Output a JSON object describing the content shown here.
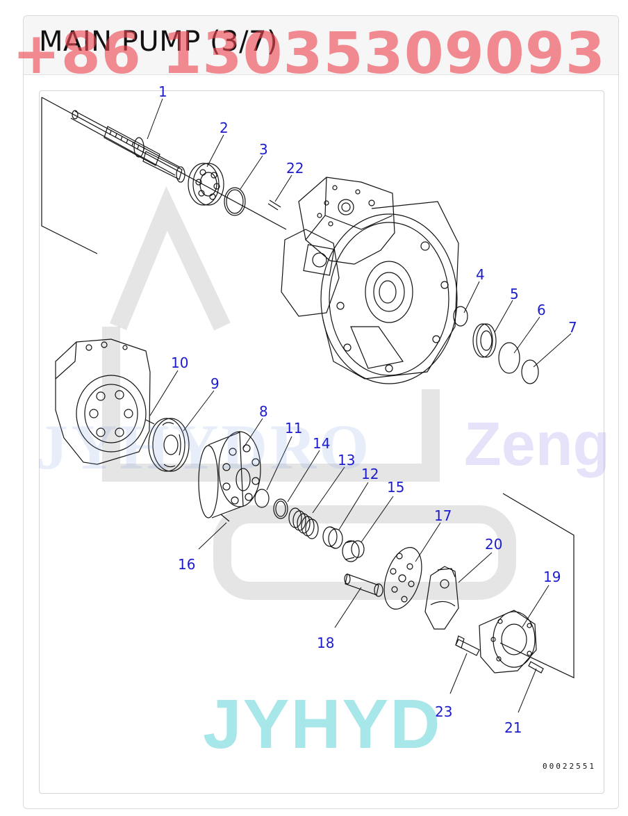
{
  "title": "MAIN PUMP (3/7)",
  "drawing_number": "00022551",
  "watermarks": {
    "phone": "+86 13035309093",
    "brand": "JYHYD",
    "faint_brand": "JYHYDRO",
    "faint_name": "Zeng"
  },
  "callouts": {
    "p1": "1",
    "p2": "2",
    "p3": "3",
    "p4": "4",
    "p5": "5",
    "p6": "6",
    "p7": "7",
    "p8": "8",
    "p9": "9",
    "p10": "10",
    "p11": "11",
    "p12": "12",
    "p13": "13",
    "p14": "14",
    "p15": "15",
    "p16": "16",
    "p17": "17",
    "p18": "18",
    "p19": "19",
    "p20": "20",
    "p21": "21",
    "p22": "22",
    "p23": "23"
  },
  "colors": {
    "callout_text": "#1c1ccc",
    "line_art": "#111111",
    "phone_watermark": "#ee4650",
    "brand_watermark": "#5fd2d7"
  }
}
